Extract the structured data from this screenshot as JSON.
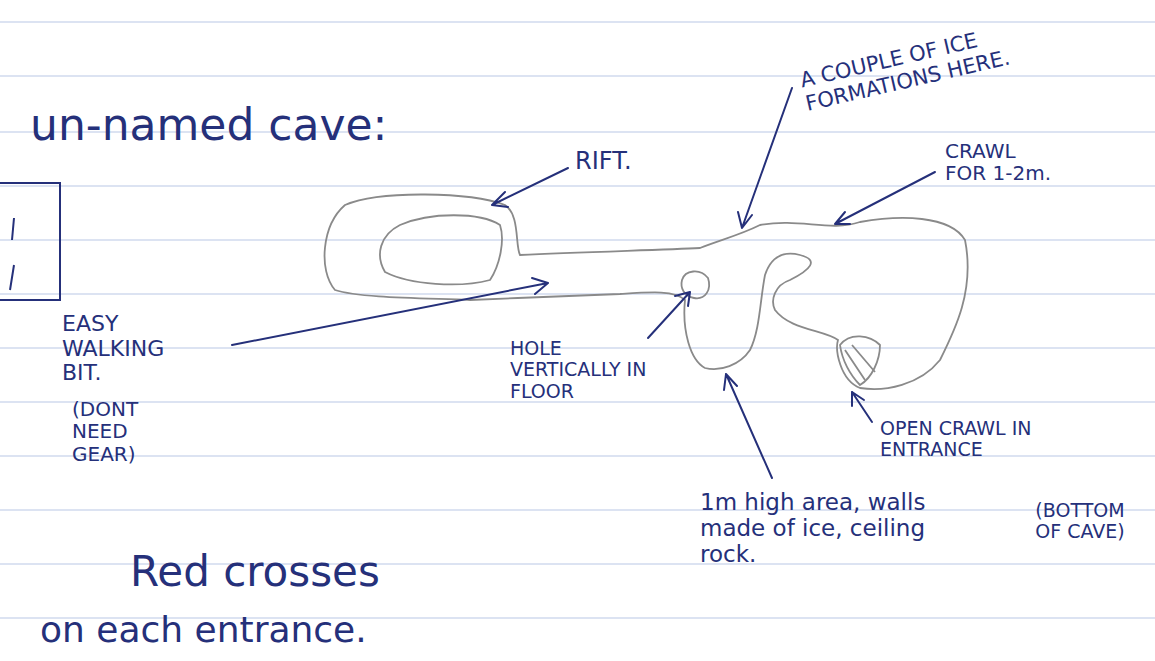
{
  "diagram": {
    "title": "un-named cave:",
    "labels": [
      "RIFT.",
      "A COUPLE OF ICE FORMATIONS HERE.",
      "CRAWL FOR 1-2m.",
      "EASY WALKING BIT.",
      "(DONT NEED GEAR)",
      "HOLE VERTICALLY IN FLOOR",
      "OPEN CRAWL IN ENTRANCE",
      "1m high area, walls made of ice, ceiling rock.",
      "(BOTTOM OF CAVE)",
      "Red crosses",
      "on each entrance."
    ]
  }
}
